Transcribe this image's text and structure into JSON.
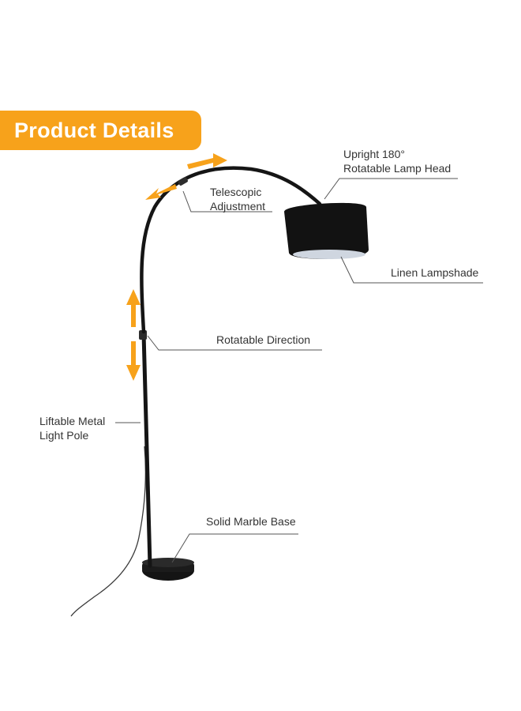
{
  "banner": {
    "title": "Product Details"
  },
  "labels": {
    "lamp_head": [
      "Upright 180°",
      "Rotatable Lamp Head"
    ],
    "telescopic": [
      "Telescopic",
      "Adjustment"
    ],
    "lampshade": "Linen Lampshade",
    "rotatable_direction": "Rotatable Direction",
    "pole": [
      "Liftable Metal",
      "Light Pole"
    ],
    "base": "Solid Marble Base"
  },
  "colors": {
    "accent": "#F7A21B",
    "lamp_black": "#121212",
    "shade_inner": "#cfd6e0",
    "leader_line": "#555555"
  },
  "icons": [
    "arrow-icon",
    "updown-arrow-icon"
  ]
}
